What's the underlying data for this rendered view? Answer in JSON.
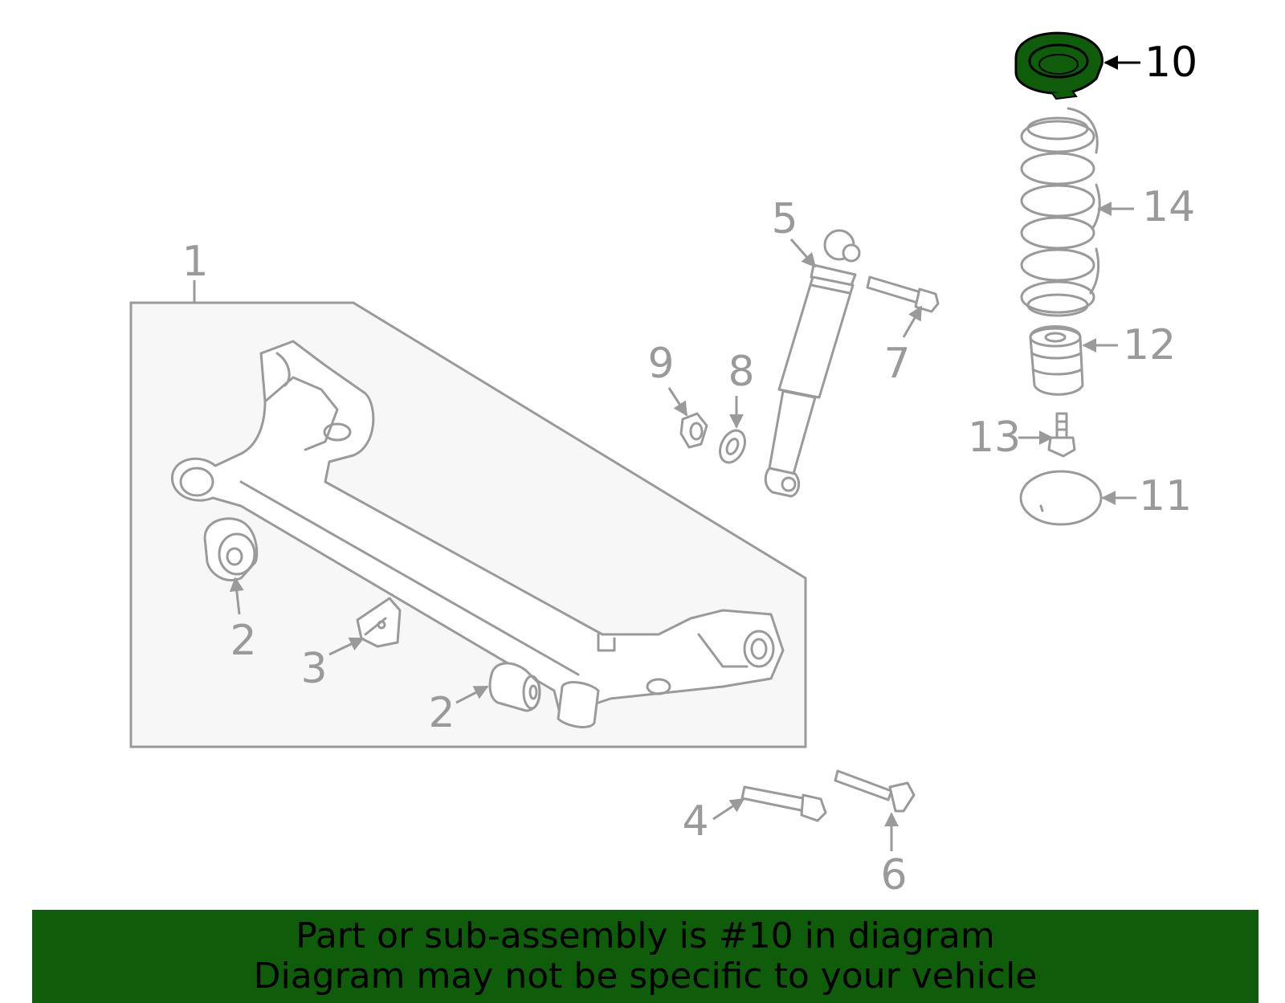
{
  "colors": {
    "highlight": "#0f5c0b",
    "part_outline": "#9a9a9a",
    "panel_fill": "#f7f7f7",
    "banner_bg": "#0f5c0b",
    "banner_text": "#000000"
  },
  "highlighted_part": "10",
  "callouts": {
    "c1": "1",
    "c2a": "2",
    "c2b": "2",
    "c3": "3",
    "c4": "4",
    "c5": "5",
    "c6": "6",
    "c7": "7",
    "c8": "8",
    "c9": "9",
    "c10": "10",
    "c11": "11",
    "c12": "12",
    "c13": "13",
    "c14": "14"
  },
  "banner": {
    "line1": "Part or sub-assembly is #10 in diagram",
    "line2": "Diagram may not be specific to your vehicle"
  }
}
